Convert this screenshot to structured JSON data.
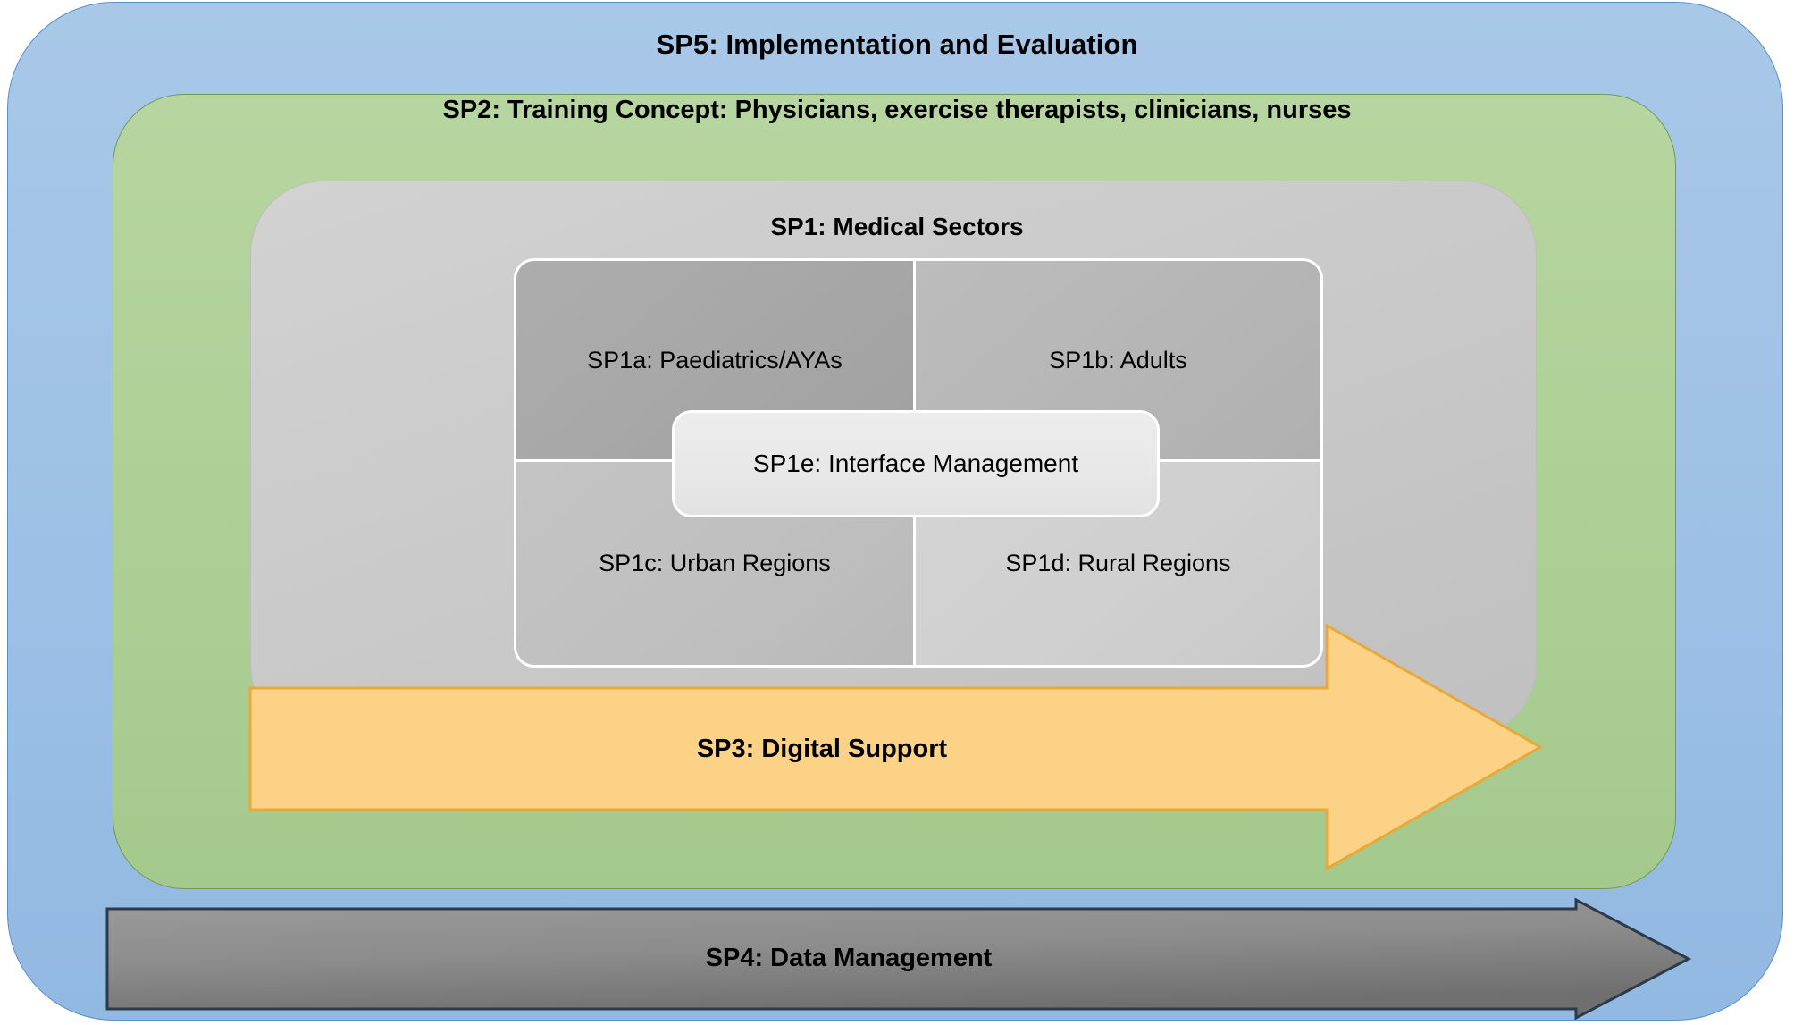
{
  "diagram": {
    "title": "Subproject structure diagram",
    "layers": {
      "sp5": {
        "label": "SP5: Implementation and Evaluation",
        "color": "#a9c8e8",
        "border_color": "#5b8fc9"
      },
      "sp2": {
        "label": "SP2: Training Concept: Physicians, exercise therapists, clinicians, nurses",
        "color": "#b0d197",
        "border_color": "#6f9c52"
      },
      "sp1": {
        "label": "SP1: Medical Sectors",
        "color": "#cacaca",
        "border_color": "#bdbdbd"
      }
    },
    "quadrants": [
      {
        "id": "sp1a",
        "label": "SP1a: Paediatrics/AYAs",
        "color": "#a6a6a6"
      },
      {
        "id": "sp1b",
        "label": "SP1b: Adults",
        "color": "#b5b5b5"
      },
      {
        "id": "sp1c",
        "label": "SP1c: Urban Regions",
        "color": "#bfbfbf"
      },
      {
        "id": "sp1d",
        "label": "SP1d: Rural Regions",
        "color": "#cfcfcf"
      }
    ],
    "center": {
      "id": "sp1e",
      "label": "SP1e: Interface Management",
      "color": "#e8e8e8",
      "border_color": "#ffffff"
    },
    "arrows": [
      {
        "id": "sp3",
        "label": "SP3: Digital Support",
        "color": "#fcd286",
        "border_color": "#e8a93a",
        "direction": "right"
      },
      {
        "id": "sp4",
        "label": "SP4: Data Management",
        "color": "#8a8a8a",
        "border_color": "#2d3a4a",
        "direction": "right"
      }
    ]
  }
}
